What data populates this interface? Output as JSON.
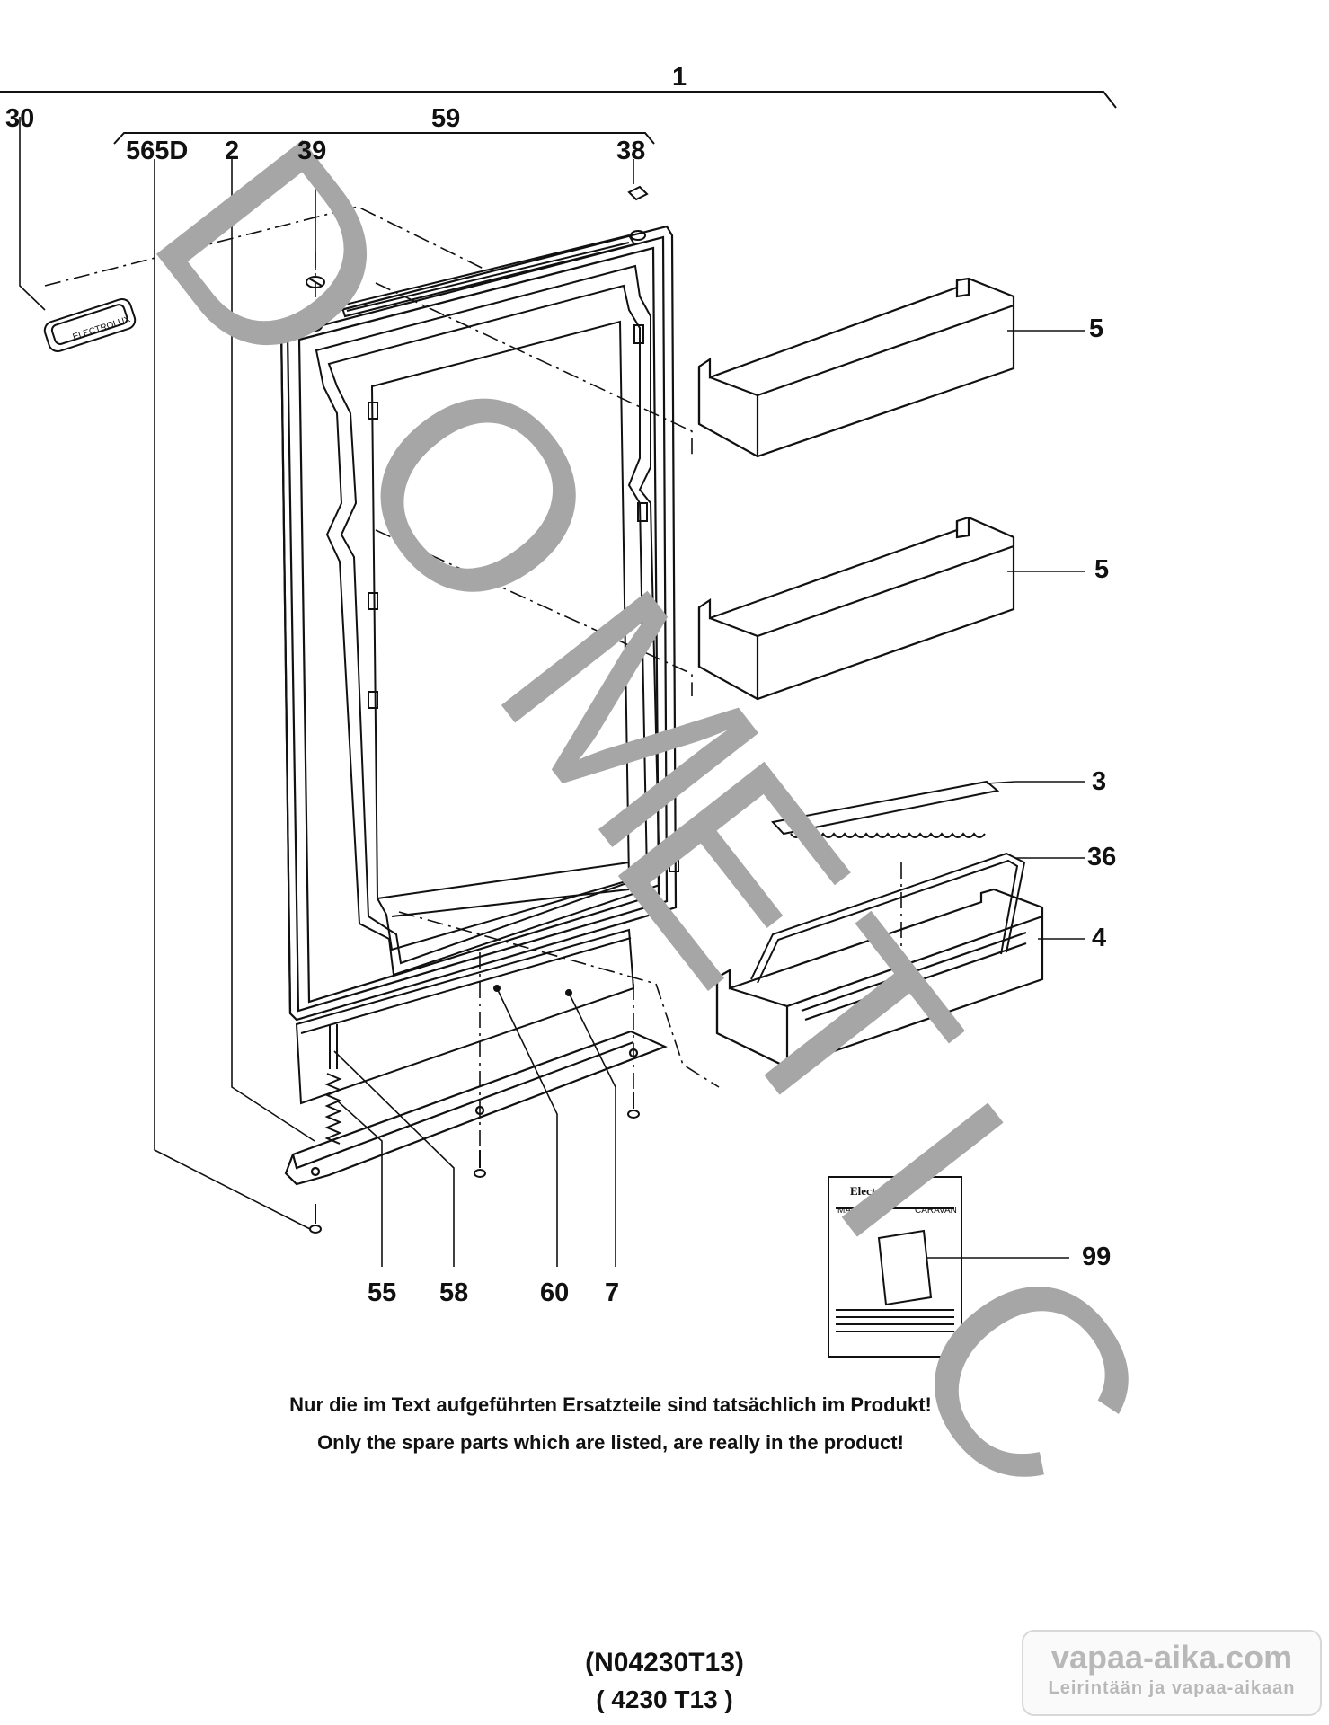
{
  "callouts": {
    "c1": "1",
    "c30": "30",
    "c59": "59",
    "c565D": "565D",
    "c2": "2",
    "c39": "39",
    "c38": "38",
    "c5a": "5",
    "c5b": "5",
    "c3": "3",
    "c36": "36",
    "c4": "4",
    "c99": "99",
    "c55": "55",
    "c58": "58",
    "c60": "60",
    "c7": "7"
  },
  "badge_text": "ELECTROLUX",
  "manual": {
    "brand": "Electrolux",
    "left": "MANUAL",
    "right": "CARAVAN"
  },
  "watermark_letters": [
    "D",
    "O",
    "M",
    "E",
    "T",
    "I",
    "C"
  ],
  "notes": {
    "german": "Nur die im Text aufgeführten Ersatzteile sind tatsächlich im Produkt!",
    "english": "Only the spare parts which are listed, are really in the product!"
  },
  "codes": {
    "primary": "(N04230T13)",
    "secondary": "( 4230  T13 )"
  },
  "site_watermark": {
    "domain": "vapaa-aika.com",
    "tagline": "Leirintään ja vapaa-aikaan"
  },
  "colors": {
    "line": "#111111",
    "watermark": "#a6a6a6"
  }
}
